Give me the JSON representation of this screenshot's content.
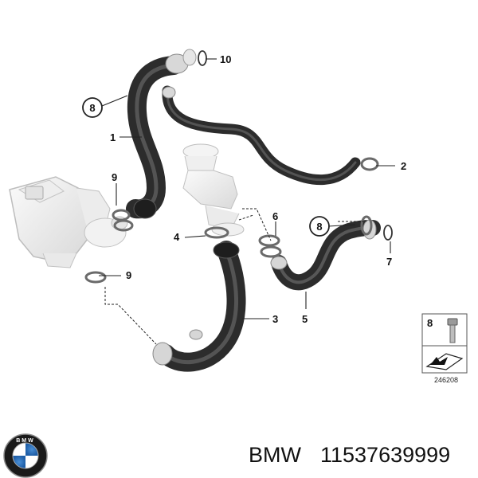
{
  "diagram": {
    "callouts": [
      "10",
      "8",
      "1",
      "2",
      "9",
      "6",
      "8",
      "7",
      "4",
      "9",
      "3",
      "5"
    ],
    "legend_box": {
      "part_number": "8",
      "image_id": "246208"
    }
  },
  "footer": {
    "brand": "BMW",
    "part_number": "11537639999",
    "logo_letters": "BMW"
  }
}
